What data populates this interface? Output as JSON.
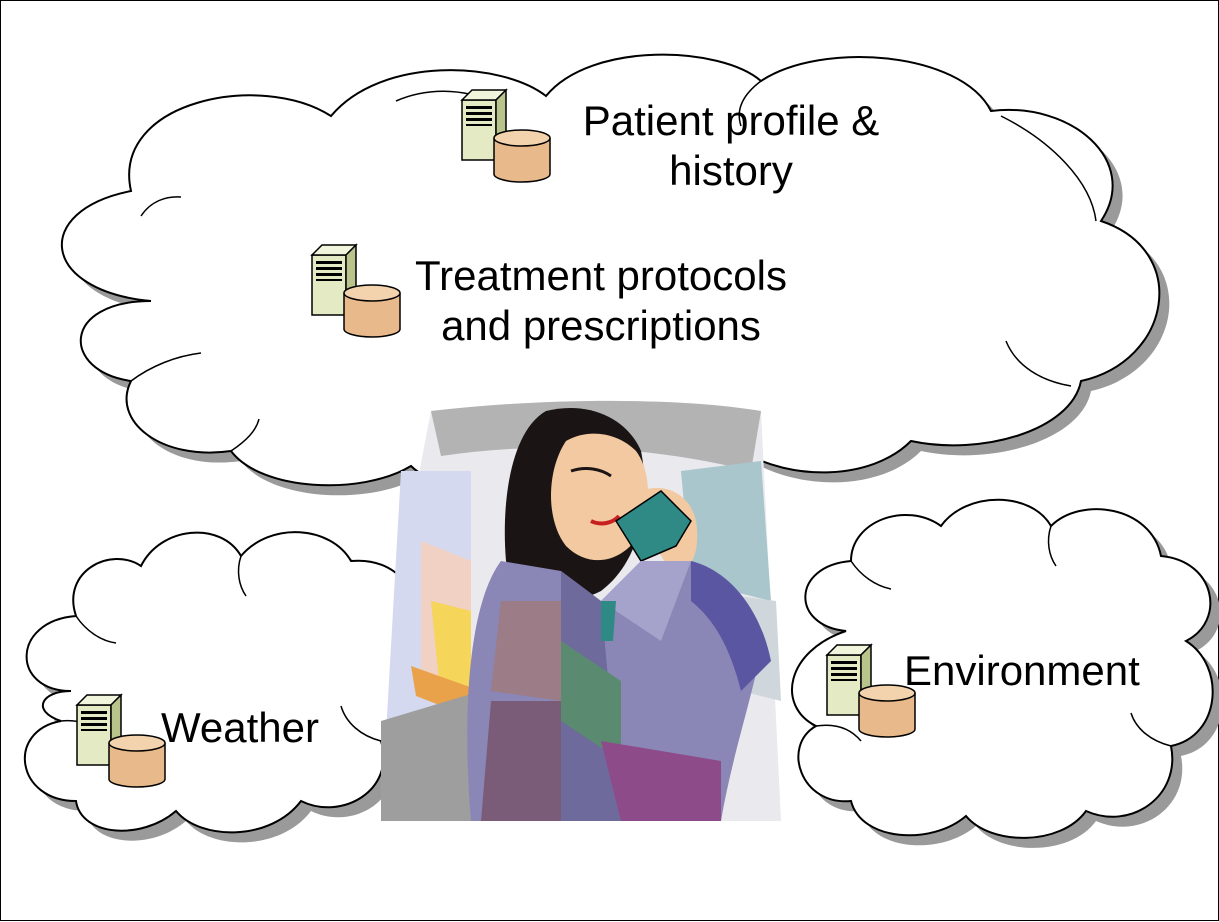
{
  "colors": {
    "cloud_fill": "#ffffff",
    "cloud_outline": "#000000",
    "cloud_shadow": "#9a9a9a",
    "server_body": "#e4ebc4",
    "server_side": "#b9c48c",
    "database_fill": "#e8b98a",
    "database_top": "#f3d3ad",
    "jacket": "#8a86b6",
    "phone": "#2f8a86",
    "hair": "#1a1414",
    "skin": "#f2c9a0"
  },
  "clouds": [
    {
      "name": "main-cloud",
      "icons": [
        {
          "name": "server-database-icon",
          "label_lines": [
            "Patient profile &",
            "history"
          ]
        },
        {
          "name": "server-database-icon",
          "label_lines": [
            "Treatment protocols",
            "and prescriptions"
          ]
        }
      ]
    },
    {
      "name": "weather-cloud",
      "icons": [
        {
          "name": "server-database-icon",
          "label_lines": [
            "Weather"
          ]
        }
      ]
    },
    {
      "name": "environment-cloud",
      "icons": [
        {
          "name": "server-database-icon",
          "label_lines": [
            "Environment"
          ]
        }
      ]
    }
  ],
  "center_figure": {
    "icon": "woman-on-phone-clipart"
  }
}
